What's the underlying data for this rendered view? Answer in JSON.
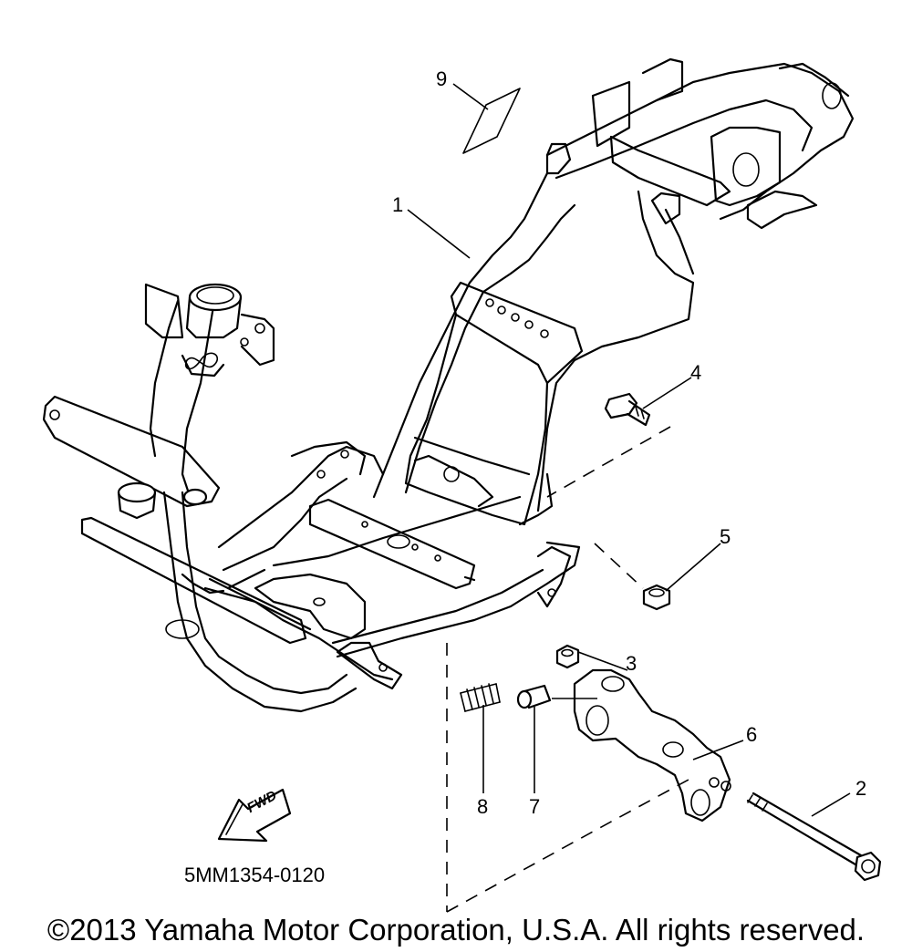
{
  "diagram": {
    "callouts": [
      {
        "id": "1",
        "label": "1"
      },
      {
        "id": "2",
        "label": "2"
      },
      {
        "id": "3",
        "label": "3"
      },
      {
        "id": "4",
        "label": "4"
      },
      {
        "id": "5",
        "label": "5"
      },
      {
        "id": "6",
        "label": "6"
      },
      {
        "id": "7",
        "label": "7"
      },
      {
        "id": "8",
        "label": "8"
      },
      {
        "id": "9",
        "label": "9"
      }
    ],
    "fwd_label": "FWD",
    "part_code": "5MM1354-0120",
    "copyright": "©2013 Yamaha Motor Corporation, U.S.A. All rights reserved."
  }
}
